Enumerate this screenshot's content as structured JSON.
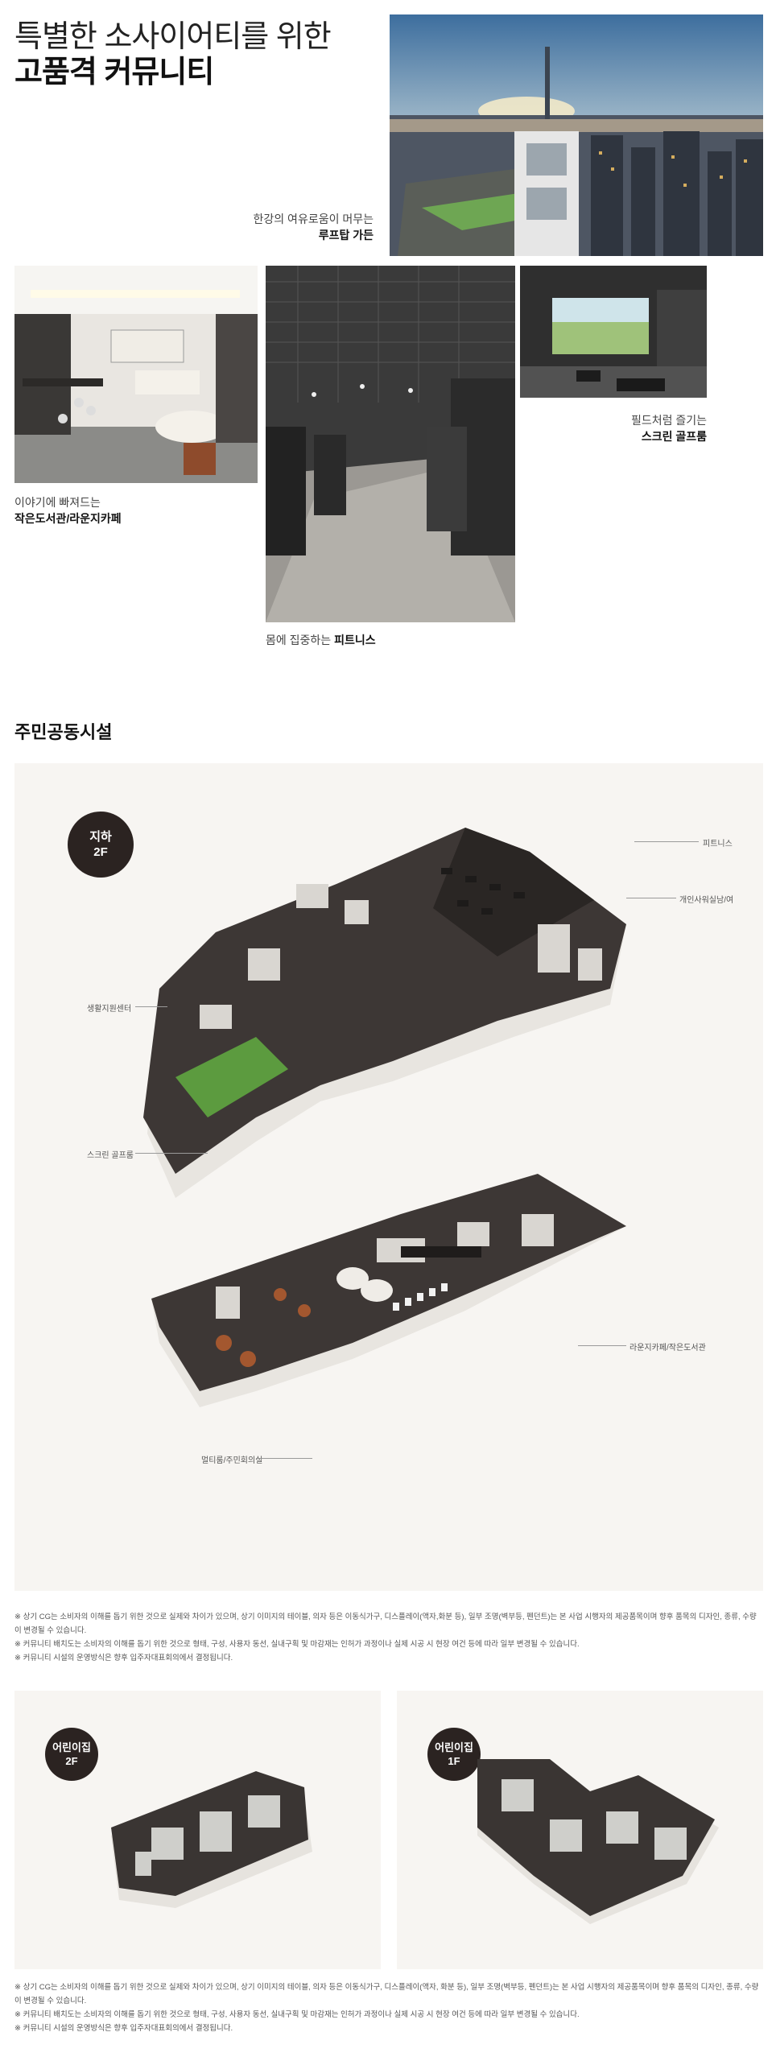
{
  "hero": {
    "line1": "특별한 소사이어티를 위한",
    "line2": "고품격 커뮤니티"
  },
  "photos": {
    "rooftop": {
      "caption": "한강의 여유로움이 머무는",
      "title": "루프탑 가든"
    },
    "library": {
      "caption": "이야기에 빠져드는",
      "title": "작은도서관/라운지카페"
    },
    "fitness": {
      "caption": "몸에 집중하는",
      "title": "피트니스"
    },
    "golf": {
      "caption": "필드처럼 즐기는",
      "title": "스크린 골프룸"
    }
  },
  "section": {
    "title": "주민공동시설"
  },
  "floor_plan": {
    "badge_line1": "지하",
    "badge_line2": "2F",
    "labels": {
      "fitness": "피트니스",
      "office": "개인사워실남/여",
      "support": "생활지원센터",
      "golf": "스크린 골프룸",
      "lounge": "라운지카페/작은도서관",
      "multi": "멀티룸/주민회의실"
    }
  },
  "notes_1": [
    "※ 상기 CG는 소비자의 이해를 돕기 위한 것으로 실제와 차이가 있으며, 상기 이미지의 테이블, 의자 등은 이동식가구, 디스플레이(액자,화분 등), 일부 조명(벽부등, 펜던트)는 본 사업 시행자의 제공품목이며 향후 품목의 디자인, 종류, 수량이 변경될 수 있습니다.",
    "※ 커뮤니티 배치도는 소비자의 이해를 돕기 위한 것으로 형태, 구성, 사용자 동선, 실내구획 및 마감재는 인허가 과정이나 실제 시공 시 현장 여건 등에 따라 일부 변경될 수 있습니다.",
    "※ 커뮤니티 시설의 운영방식은 향후 입주자대표회의에서 결정됩니다."
  ],
  "daycare": {
    "left": {
      "line1": "어린이집",
      "line2": "2F"
    },
    "right": {
      "line1": "어린이집",
      "line2": "1F"
    }
  },
  "notes_2": [
    "※ 상기 CG는 소비자의 이해를 돕기 위한 것으로 실제와 차이가 있으며, 상기 이미지의 테이블, 의자 등은 이동식가구, 디스플레이(액자, 화분 등), 일부 조명(벽부등, 펜던트)는 본 사업 시행자의 제공품목이며 향후 품목의 디자인, 종류, 수량이 변경될 수 있습니다.",
    "※ 커뮤니티 배치도는 소비자의 이해를 돕기 위한 것으로 형태, 구성, 사용자 동선, 실내구획 및 마감재는 인허가 과정이나 실제 시공 시 현장 여건 등에 따라 일부 변경될 수 있습니다.",
    "※ 커뮤니티 시설의 운영방식은 향후 입주자대표회의에서 결정됩니다."
  ],
  "colors": {
    "badge": "#2b2321",
    "panel": "#f7f5f2",
    "golf_green": "#4c8b3a"
  }
}
